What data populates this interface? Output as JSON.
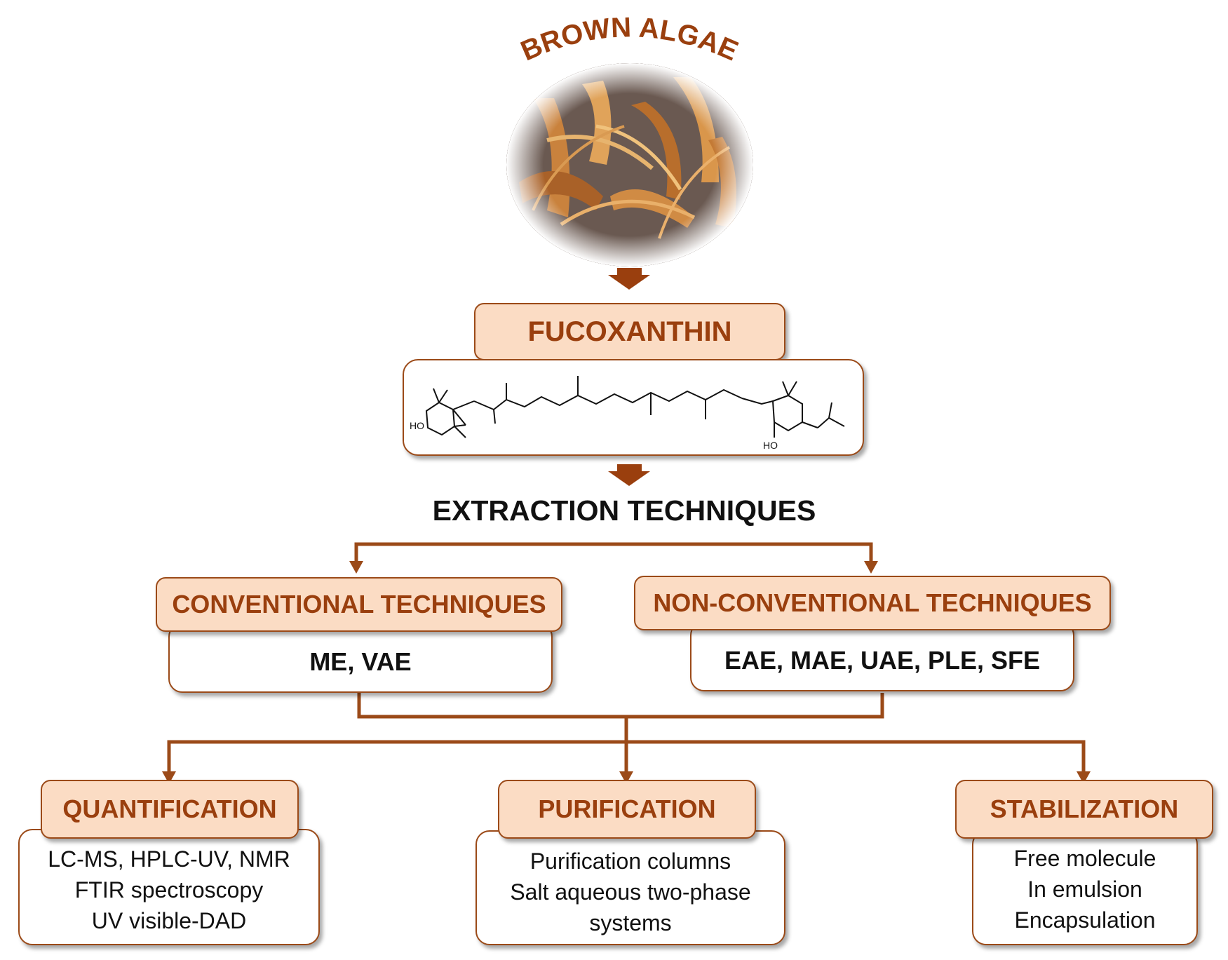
{
  "source": {
    "title": "BROWN ALGAE"
  },
  "compound": {
    "title": "FUCOXANTHIN",
    "structure_labels": {
      "ho_left": "HO",
      "ho_right": "HO"
    }
  },
  "extraction": {
    "title": "EXTRACTION TECHNIQUES"
  },
  "conventional": {
    "title": "CONVENTIONAL TECHNIQUES",
    "methods": "ME, VAE"
  },
  "non_conventional": {
    "title": "NON-CONVENTIONAL TECHNIQUES",
    "methods": "EAE, MAE, UAE, PLE, SFE"
  },
  "quantification": {
    "title": "QUANTIFICATION",
    "items": [
      "LC-MS, HPLC-UV, NMR",
      "FTIR spectroscopy",
      "UV visible-DAD"
    ]
  },
  "purification": {
    "title": "PURIFICATION",
    "items": [
      "Purification columns",
      "Salt aqueous two-phase",
      "systems"
    ]
  },
  "stabilization": {
    "title": "STABILIZATION",
    "items": [
      "Free molecule",
      "In emulsion",
      "Encapsulation"
    ]
  },
  "colors": {
    "accent": "#9a3f0e",
    "box_fill": "#fbdcc4",
    "line": "#9b4a18"
  }
}
